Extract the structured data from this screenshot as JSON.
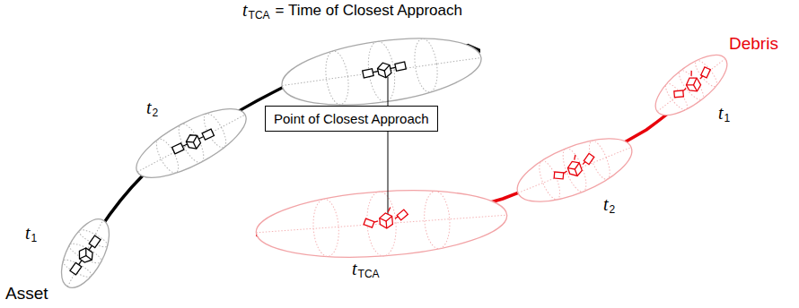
{
  "diagram": {
    "nodes": [
      {
        "text": [
          "Point of Closest Approach"
        ]
      }
    ],
    "labels": [
      "t",
      "TCA",
      "= Time of Closest Approach",
      "t",
      "2",
      "t",
      "1",
      "Asset",
      "Debris",
      "t",
      "1",
      "t",
      "2",
      "t",
      "TCA"
    ]
  }
}
